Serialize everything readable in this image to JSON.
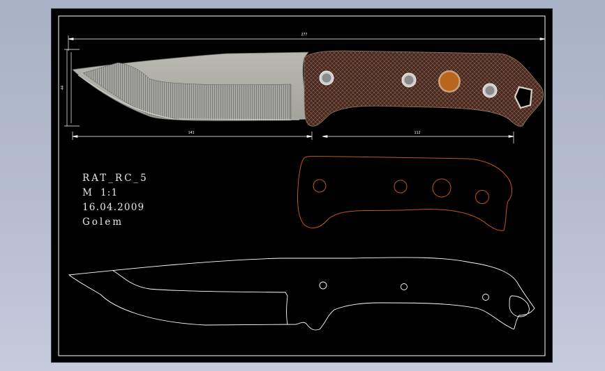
{
  "drawing": {
    "title": "RAT_RC_5",
    "scale": "M  1:1",
    "date": "16.04.2009",
    "author": "Golem"
  },
  "dimensions": {
    "overall_length": "277",
    "blade_length": "141",
    "handle_length": "112",
    "height": "44"
  },
  "colors": {
    "workspace": "#b0b7ca",
    "paper": "#000000",
    "frame": "#ffffff",
    "handle_fill": "#4a2a1e",
    "pin_bronze": "#b8651d"
  }
}
